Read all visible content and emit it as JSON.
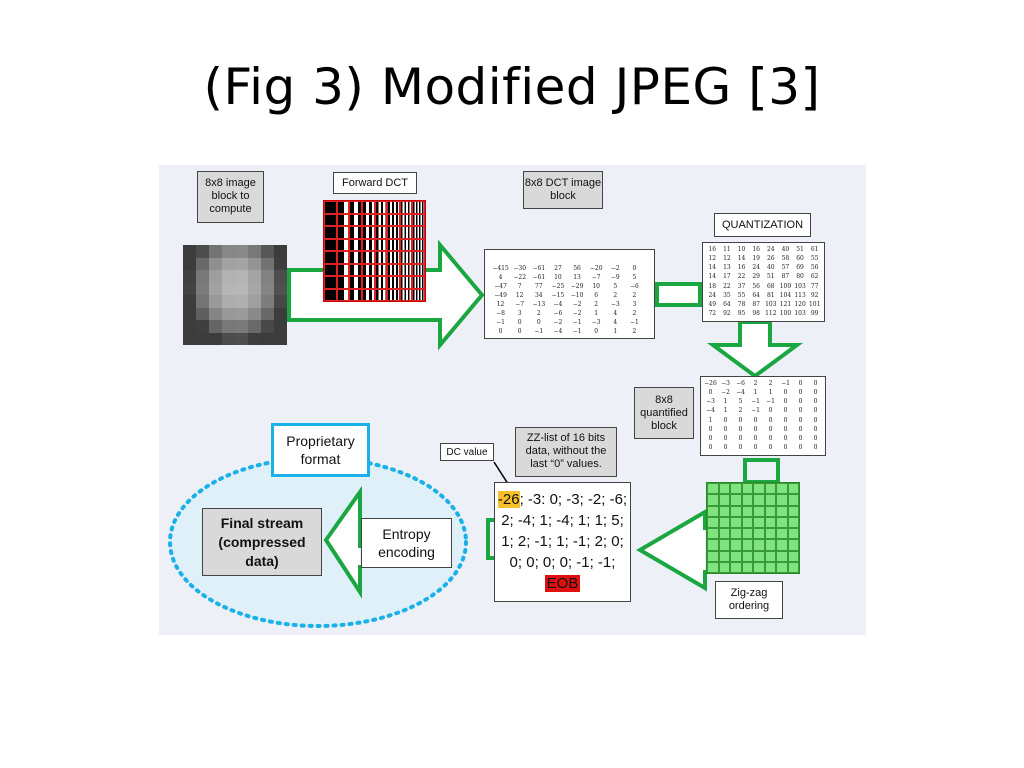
{
  "title": "(Fig 3) Modified JPEG [3]",
  "labels": {
    "image_block": "8x8 image block to compute",
    "forward_dct": "Forward DCT",
    "dct_image_block": "8x8 DCT image block",
    "quantization": "QUANTIZATION",
    "quantified_block": "8x8 quantified block",
    "zz_list": "ZZ-list of 16 bits data, without the last “0” values.",
    "dc_value": "DC value",
    "zigzag": "Zig-zag ordering",
    "entropy": "Entropy encoding",
    "final_stream": "Final stream (compressed data)",
    "proprietary": "Proprietary format"
  },
  "stream": {
    "dc": "-26",
    "body": "; -3: 0; -3; -2; -6; 2; -4; 1; -4; 1; 1; 5; 1; 2; -1; 1; -1; 2; 0; 0; 0; 0; 0; -1; -1; ",
    "eob": "EOB"
  },
  "dct_matrix": [
    [
      "−415",
      "−30",
      "−61",
      "27",
      "56",
      "−20",
      "−2",
      "0"
    ],
    [
      "4",
      "−22",
      "−61",
      "10",
      "13",
      "−7",
      "−9",
      "5"
    ],
    [
      "−47",
      "7",
      "77",
      "−25",
      "−29",
      "10",
      "5",
      "−6"
    ],
    [
      "−49",
      "12",
      "34",
      "−15",
      "−10",
      "6",
      "2",
      "2"
    ],
    [
      "12",
      "−7",
      "−13",
      "−4",
      "−2",
      "2",
      "−3",
      "3"
    ],
    [
      "−8",
      "3",
      "2",
      "−6",
      "−2",
      "1",
      "4",
      "2"
    ],
    [
      "−1",
      "0",
      "0",
      "−2",
      "−1",
      "−3",
      "4",
      "−1"
    ],
    [
      "0",
      "0",
      "−1",
      "−4",
      "−1",
      "0",
      "1",
      "2"
    ]
  ],
  "quant_matrix": [
    [
      "16",
      "11",
      "10",
      "16",
      "24",
      "40",
      "51",
      "61"
    ],
    [
      "12",
      "12",
      "14",
      "19",
      "26",
      "58",
      "60",
      "55"
    ],
    [
      "14",
      "13",
      "16",
      "24",
      "40",
      "57",
      "69",
      "56"
    ],
    [
      "14",
      "17",
      "22",
      "29",
      "51",
      "87",
      "80",
      "62"
    ],
    [
      "18",
      "22",
      "37",
      "56",
      "68",
      "109",
      "103",
      "77"
    ],
    [
      "24",
      "35",
      "55",
      "64",
      "81",
      "104",
      "113",
      "92"
    ],
    [
      "49",
      "64",
      "78",
      "87",
      "103",
      "121",
      "120",
      "101"
    ],
    [
      "72",
      "92",
      "95",
      "98",
      "112",
      "100",
      "103",
      "99"
    ]
  ],
  "quantified_matrix": [
    [
      "−26",
      "−3",
      "−6",
      "2",
      "2",
      "−1",
      "0",
      "0"
    ],
    [
      "0",
      "−2",
      "−4",
      "1",
      "1",
      "0",
      "0",
      "0"
    ],
    [
      "−3",
      "1",
      "5",
      "−1",
      "−1",
      "0",
      "0",
      "0"
    ],
    [
      "−4",
      "1",
      "2",
      "−1",
      "0",
      "0",
      "0",
      "0"
    ],
    [
      "1",
      "0",
      "0",
      "0",
      "0",
      "0",
      "0",
      "0"
    ],
    [
      "0",
      "0",
      "0",
      "0",
      "0",
      "0",
      "0",
      "0"
    ],
    [
      "0",
      "0",
      "0",
      "0",
      "0",
      "0",
      "0",
      "0"
    ],
    [
      "0",
      "0",
      "0",
      "0",
      "0",
      "0",
      "0",
      "0"
    ]
  ],
  "colors": {
    "arrow": "#1aa640",
    "panel": "#eef0f8",
    "dashed_ellipse": "#1ab0e8",
    "ellipse_fill": "#dff0f8",
    "highlight_yellow": "#f5c02a",
    "highlight_red": "#e01010"
  }
}
